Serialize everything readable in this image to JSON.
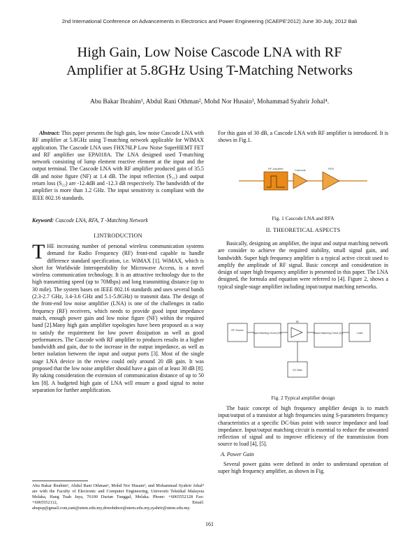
{
  "header": "2nd International Conference on Advancements in Electronics and Power Engineering (ICAEPE'2012) June 30-July, 2012 Bali",
  "title_line1": "High Gain, Low Noise Cascode LNA with RF",
  "title_line2": "Amplifier at 5.8GHz Using T-Matching Networks",
  "authors": "Abu Bakar Ibrahim¹, Abdul Rani Othman², Mohd Nor Husain³, Mohammad Syahrir Johal⁴.",
  "abstract_label": "Abstract:",
  "abstract_text": " This paper presents the high gain, low noise Cascode LNA with RF amplifier at 5.8GHz using T-matching network applicable for WIMAX application. The Cascode LNA uses FHX76LP Low Noise SuperHEMT FET and RF amplifier use EPA018A. The LNA designed used T-matching network consisting of lump element reactive element at the input and the output terminal. The Cascode LNA with RF amplifier produced gain of 35.5 dB and noise figure (NF) at 1.4 dB. The input reflection (S₁₁) and output return loss (S₂₂) are -12.4dB and -12.3 dB respectively. The bandwidth of the amplifier is more than 1.2 GHz. The input sensitivity is compliant with the IEEE 802.16 standards.",
  "keywords_label": "Keyword:",
  "keywords_text": " Cascode LNA, RFA, T -Matching Network",
  "intro_heading": "I.INTRODUCTION",
  "intro_dropcap": "T",
  "intro_text": "HE increasing number of personal wireless communication systems demand for Radio Frequency (RF) front-end capable to handle difference standard specification, i.e. WiMAX [1]. WiMAX, which is short for Worldwide Interoperability for Microwave Access, is a novel wireless communication technology. It is an attractive technology due to the high transmitting speed (up to 70Mbps) and long transmitting distance (up to 30 mile). The system bases on IEEE 802.16 standards and uses several bands (2.3-2.7 GHz, 3.4-3.6 GHz and 5.1-5.8GHz) to transmit data. The design of the front-end low noise amplifier (LNA) is one of the challenges in radio frequency (RF) receivers, which needs to provide good input impedance match, enough power gain and low noise figure (NF) within the required band [2].Many high gain amplifier topologies have been proposed as a way to satisfy the requirement for low power dissipation as well as good performances. The Cascode with RF amplifier to produces results in a higher bandwidth and gain, due to the increase in the output impedance, as well as better isolation between the input and output ports [3]. Most of the single stage LNA device in the review could only around 20 dB gain. It was proposed that the low noise amplifier should have a gain of at least 30 dB [8]. By taking consideration the extension of communication distance of up to 50 km [8]. A budgeted high gain of LNA will ensure a good signal to noise separation for further amplification.",
  "footnote": "Abu Bakar Ibrahim¹, Abdul Rani Othman², Mohd Nor Husain³, and Mohammad Syahrir Johal⁴ are with the Faculty of Electronic and Computer Engineering, Universiti Teknikal Malaysia Melaka, Hang Tuah Jaya, 76100 Durian Tunggal, Melaka. Phone: +6065552128 Fax: +6065552112, Email: abupsp@gmail.com,rani@utem.edu.my,drmohdnor@utem.edu.my,syahrir@utem.edu.my.",
  "right_intro": "For this gain of 30 dB, a Cascode LNA with RF amplifier is introduced. It is shows in Fig.1.",
  "fig1": {
    "caption": "Fig. 1 Cascode LNA and RFA",
    "block1": "RF Amplifier",
    "block2": "Cascode",
    "block3": "RFA"
  },
  "theory_heading": "II. THEORETICAL ASPECTS",
  "theory_text": "Basically, designing an amplifier, the input and output matching network are consider to achieve the required stability, small signal gain, and bandwidth. Super high frequency amplifier is a typical active circuit used to amplify the amplitude of RF signal. Basic concept and consideration in design of super high frequency amplifier is presented in this paper. The LNA designed, the formula and equation were referred to [4]. Figure 2, shows a typical single-stage amplifier including input/output matching networks.",
  "fig2": {
    "caption": "Fig. 2 Typical amplifier design",
    "source": "RF Source",
    "input_match": "Input Matching Circuit (ZS)",
    "amp": "RF",
    "output_match": "Output Matching Circuit (ZL)",
    "load": "Load",
    "dc": "DC Bias"
  },
  "theory_text2": "The basic concept of high frequency amplifier design is to match input/output of a transistor at high frequencies using S-parameters frequency characteristics at a specific DC-bias point with source impedance and load impedance. Input/output matching circuit is essential to reduce the unwanted reflection of signal and to improve efficiency of the transmission from source to load [4], [5].",
  "power_gain_heading": "A. Power Gain",
  "power_gain_text": "Several power gains were defined in order to understand operation of super high frequency amplifier, as shown in Fig.",
  "page_number": "161"
}
